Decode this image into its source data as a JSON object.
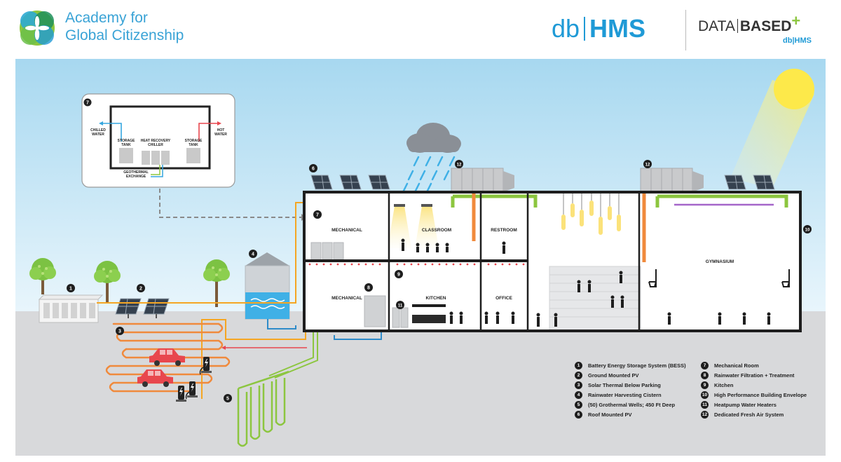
{
  "header": {
    "org_line1": "Academy for",
    "org_line2": "Global Citizenship",
    "dbhms_db": "db",
    "dbhms_hms": "HMS",
    "databased_left": "DATA",
    "databased_right": "BASED",
    "databased_plus": "+",
    "databased_sub": "db|HMS"
  },
  "inset": {
    "number": "7",
    "chilled_water": [
      "CHILLED",
      "WATER"
    ],
    "hot_water": [
      "HOT",
      "WATER"
    ],
    "storage_tank_left": [
      "STORAGE",
      "TANK"
    ],
    "heat_recovery_chiller": [
      "HEAT RECOVERY",
      "CHILLER"
    ],
    "storage_tank_right": [
      "STORAGE",
      "TANK"
    ],
    "geothermal_exchange": [
      "GEOTHERMAL",
      "EXCHANGE"
    ]
  },
  "rooms": {
    "mechanical_upper": "MECHANICAL",
    "mechanical_lower": "MECHANICAL",
    "classroom": "CLASSROOM",
    "restroom": "RESTROOM",
    "kitchen": "KITCHEN",
    "office": "OFFICE",
    "gymnasium": "GYMNASIUM"
  },
  "markers": {
    "m1": "1",
    "m2": "2",
    "m3": "3",
    "m4": "4",
    "m5": "5",
    "m6": "6",
    "m7": "7",
    "m8": "8",
    "m9": "9",
    "m10": "10",
    "m11": "11",
    "m12a": "12",
    "m12b": "12"
  },
  "legend": [
    {
      "num": "1",
      "label": "Battery Energy Storage System (BESS)"
    },
    {
      "num": "2",
      "label": "Ground Mounted PV"
    },
    {
      "num": "3",
      "label": "Solar Thermal Below Parking"
    },
    {
      "num": "4",
      "label": "Rainwater Harvesting Cistern"
    },
    {
      "num": "5",
      "label": "(50) Grothermal Wells; 450 Ft Deep"
    },
    {
      "num": "6",
      "label": "Roof Mounted PV"
    },
    {
      "num": "7",
      "label": "Mechanical Room"
    },
    {
      "num": "8",
      "label": "Rainwater Filtration + Treatment"
    },
    {
      "num": "9",
      "label": "Kitchen"
    },
    {
      "num": "10",
      "label": "High Performance Building Envelope"
    },
    {
      "num": "11",
      "label": "Heatpump Water Heaters"
    },
    {
      "num": "12",
      "label": "Dedicated Fresh Air System"
    }
  ],
  "colors": {
    "brand_blue": "#1f9ad6",
    "pipe_orange": "#f5a623",
    "pipe_blue": "#2e8bc9",
    "pipe_green": "#8cc63f",
    "loop_orange": "#f08a3c",
    "car_red": "#e8474e",
    "sky_top": "#aedcf2",
    "ground": "#d6d7d9"
  }
}
